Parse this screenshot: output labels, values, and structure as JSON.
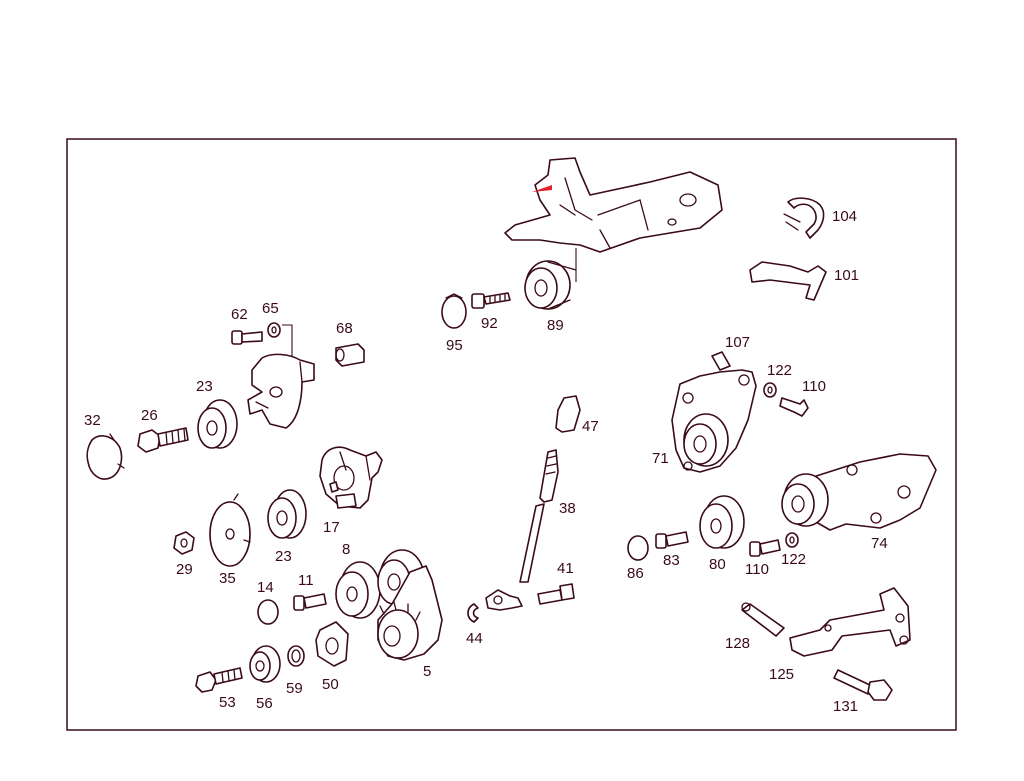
{
  "colors": {
    "line": "#3a0b16",
    "background": "#ffffff",
    "accent": "#e0202a"
  },
  "callouts": {
    "c104": "104",
    "c101": "101",
    "c95": "95",
    "c92": "92",
    "c89": "89",
    "c62": "62",
    "c65": "65",
    "c68": "68",
    "c23a": "23",
    "c26": "26",
    "c32": "32",
    "c107": "107",
    "c122a": "122",
    "c110a": "110",
    "c47": "47",
    "c71": "71",
    "c17": "17",
    "c38": "38",
    "c8": "8",
    "c29": "29",
    "c35": "35",
    "c23b": "23",
    "c86": "86",
    "c83": "83",
    "c80": "80",
    "c110b": "110",
    "c122b": "122",
    "c74": "74",
    "c14": "14",
    "c11": "11",
    "c41": "41",
    "c44": "44",
    "c5": "5",
    "c128": "128",
    "c125": "125",
    "c131": "131",
    "c53": "53",
    "c56": "56",
    "c59": "59",
    "c50": "50"
  }
}
